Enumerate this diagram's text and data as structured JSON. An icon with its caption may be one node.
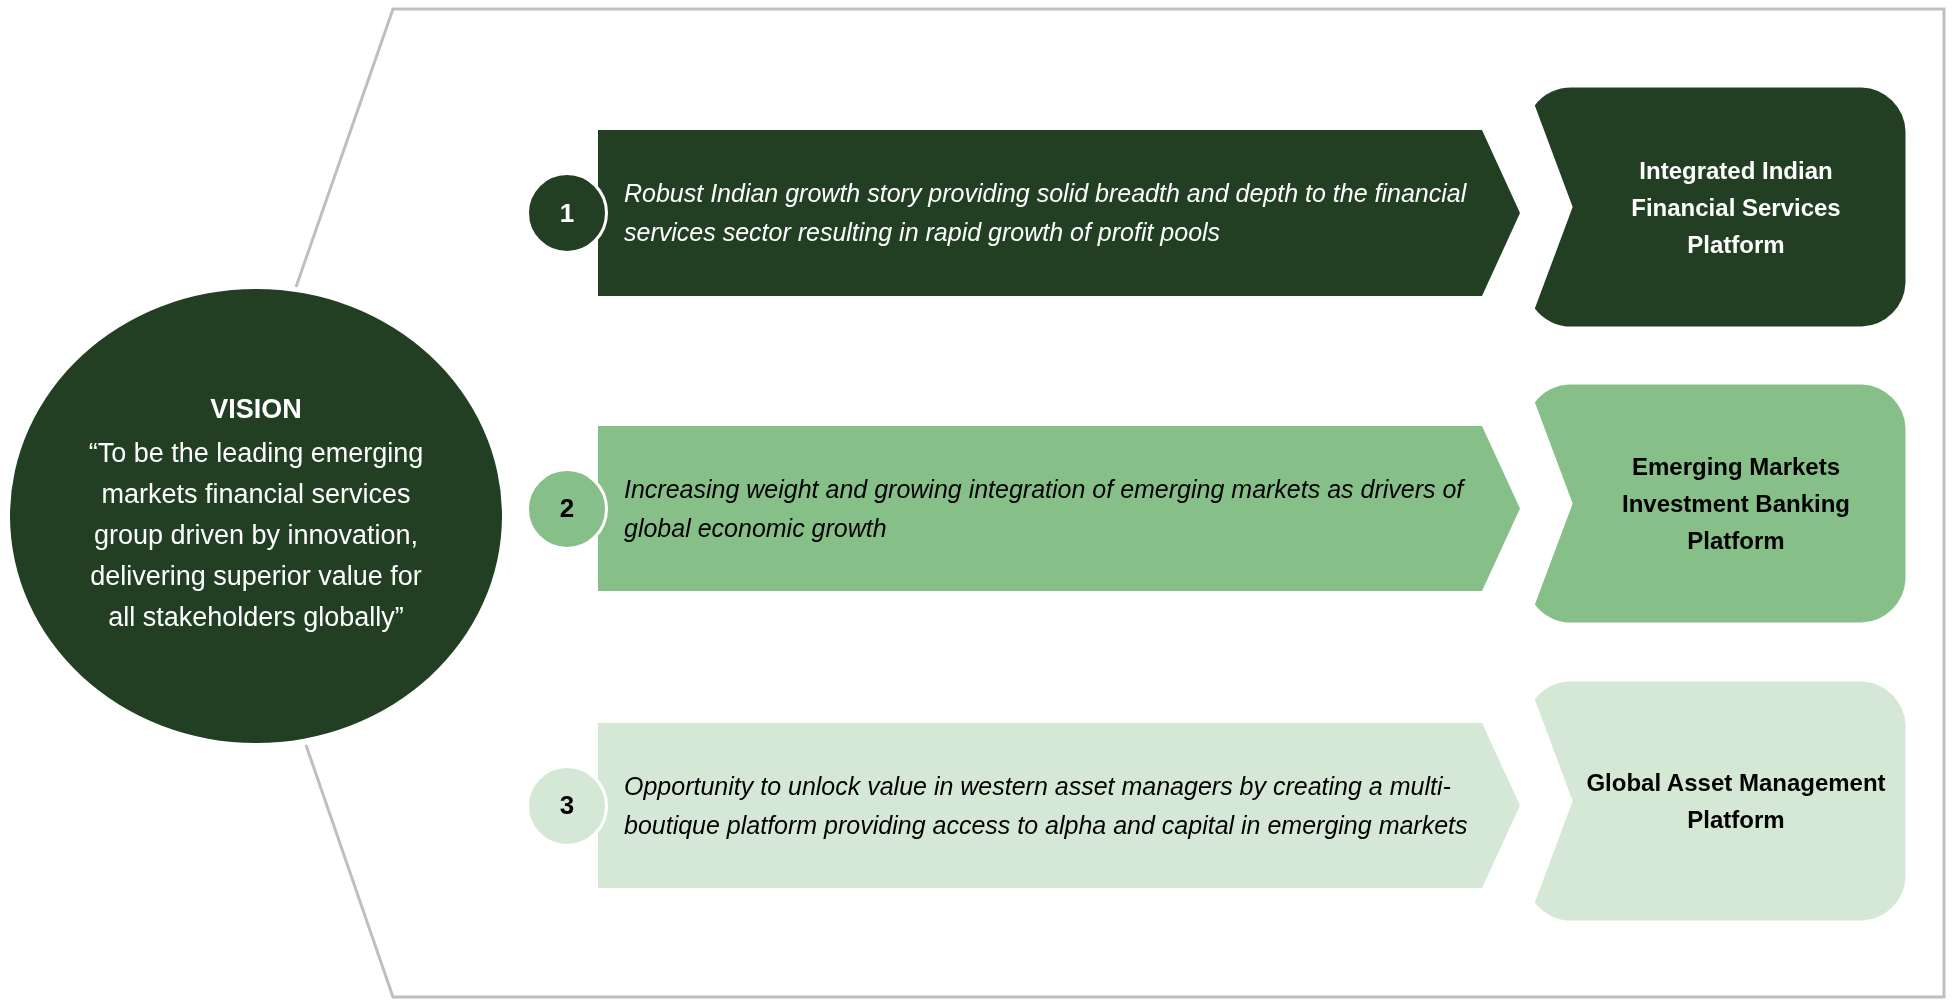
{
  "diagram": {
    "nodes": [
      {
        "text": [
          "VISION",
          "“To be the leading emerging markets financial services group driven by innovation, delivering superior value for all stakeholders globally”"
        ]
      },
      {
        "text": [
          "1"
        ]
      },
      {
        "text": [
          "Robust Indian growth story providing solid breadth and depth to the financial services sector resulting in rapid growth of profit pools"
        ]
      },
      {
        "text": [
          "Integrated Indian Financial Services Platform"
        ]
      },
      {
        "text": [
          "2"
        ]
      },
      {
        "text": [
          "Increasing weight and growing integration of emerging markets  as drivers of global economic growth"
        ]
      },
      {
        "text": [
          "Emerging Markets Investment Banking Platform"
        ]
      },
      {
        "text": [
          "3"
        ]
      },
      {
        "text": [
          "Opportunity to unlock value in western asset managers by creating a multi-boutique platform providing access to alpha and capital in emerging markets"
        ]
      },
      {
        "text": [
          "Global Asset Management Platform"
        ]
      }
    ]
  }
}
